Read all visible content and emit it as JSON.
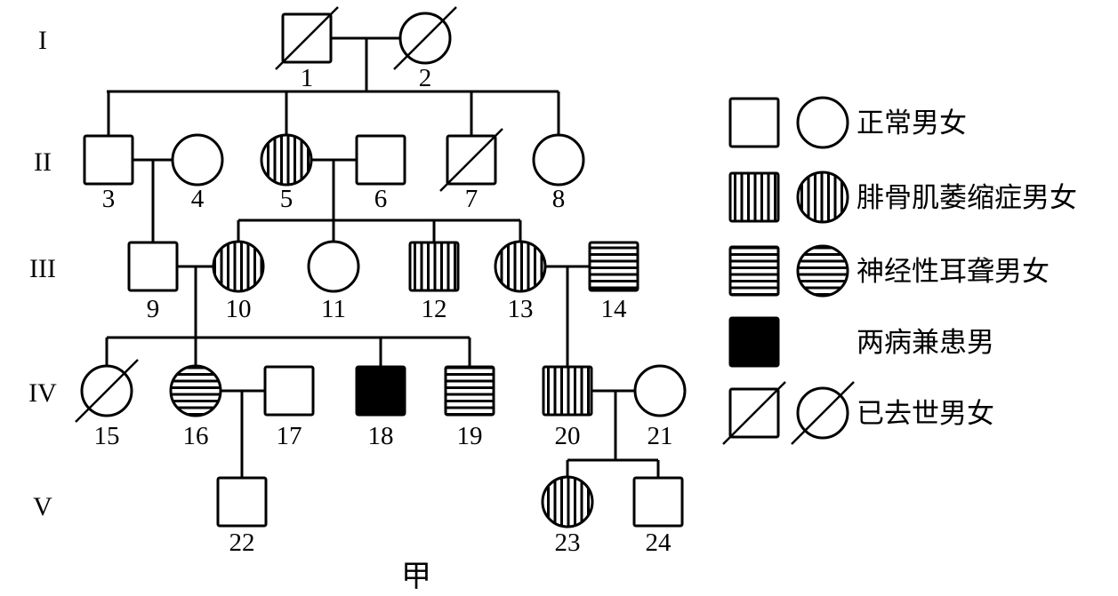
{
  "caption": "甲",
  "generations": [
    "I",
    "II",
    "III",
    "IV",
    "V"
  ],
  "individuals": [
    {
      "id": "1",
      "sex": "male",
      "phenotype": "normal",
      "deceased": true
    },
    {
      "id": "2",
      "sex": "female",
      "phenotype": "normal",
      "deceased": true
    },
    {
      "id": "3",
      "sex": "male",
      "phenotype": "normal",
      "deceased": false
    },
    {
      "id": "4",
      "sex": "female",
      "phenotype": "normal",
      "deceased": false
    },
    {
      "id": "5",
      "sex": "female",
      "phenotype": "cmt",
      "deceased": false
    },
    {
      "id": "6",
      "sex": "male",
      "phenotype": "normal",
      "deceased": false
    },
    {
      "id": "7",
      "sex": "male",
      "phenotype": "normal",
      "deceased": true
    },
    {
      "id": "8",
      "sex": "female",
      "phenotype": "normal",
      "deceased": false
    },
    {
      "id": "9",
      "sex": "male",
      "phenotype": "normal",
      "deceased": false
    },
    {
      "id": "10",
      "sex": "female",
      "phenotype": "cmt",
      "deceased": false
    },
    {
      "id": "11",
      "sex": "female",
      "phenotype": "normal",
      "deceased": false
    },
    {
      "id": "12",
      "sex": "male",
      "phenotype": "cmt",
      "deceased": false
    },
    {
      "id": "13",
      "sex": "female",
      "phenotype": "cmt",
      "deceased": false
    },
    {
      "id": "14",
      "sex": "male",
      "phenotype": "deaf",
      "deceased": false
    },
    {
      "id": "15",
      "sex": "female",
      "phenotype": "normal",
      "deceased": true
    },
    {
      "id": "16",
      "sex": "female",
      "phenotype": "deaf",
      "deceased": false
    },
    {
      "id": "17",
      "sex": "male",
      "phenotype": "normal",
      "deceased": false
    },
    {
      "id": "18",
      "sex": "male",
      "phenotype": "both",
      "deceased": false
    },
    {
      "id": "19",
      "sex": "male",
      "phenotype": "deaf",
      "deceased": false
    },
    {
      "id": "20",
      "sex": "male",
      "phenotype": "cmt",
      "deceased": false
    },
    {
      "id": "21",
      "sex": "female",
      "phenotype": "normal",
      "deceased": false
    },
    {
      "id": "22",
      "sex": "male",
      "phenotype": "normal",
      "deceased": false
    },
    {
      "id": "23",
      "sex": "female",
      "phenotype": "cmt",
      "deceased": false
    },
    {
      "id": "24",
      "sex": "male",
      "phenotype": "normal",
      "deceased": false
    }
  ],
  "legend": [
    {
      "label": "正常男女",
      "phenotype": "normal",
      "deceased": false,
      "female": true
    },
    {
      "label": "腓骨肌萎缩症男女",
      "phenotype": "cmt",
      "deceased": false,
      "female": true
    },
    {
      "label": "神经性耳聋男女",
      "phenotype": "deaf",
      "deceased": false,
      "female": true
    },
    {
      "label": "两病兼患男",
      "phenotype": "both",
      "deceased": false,
      "female": false
    },
    {
      "label": "已去世男女",
      "phenotype": "normal",
      "deceased": true,
      "female": true
    }
  ]
}
